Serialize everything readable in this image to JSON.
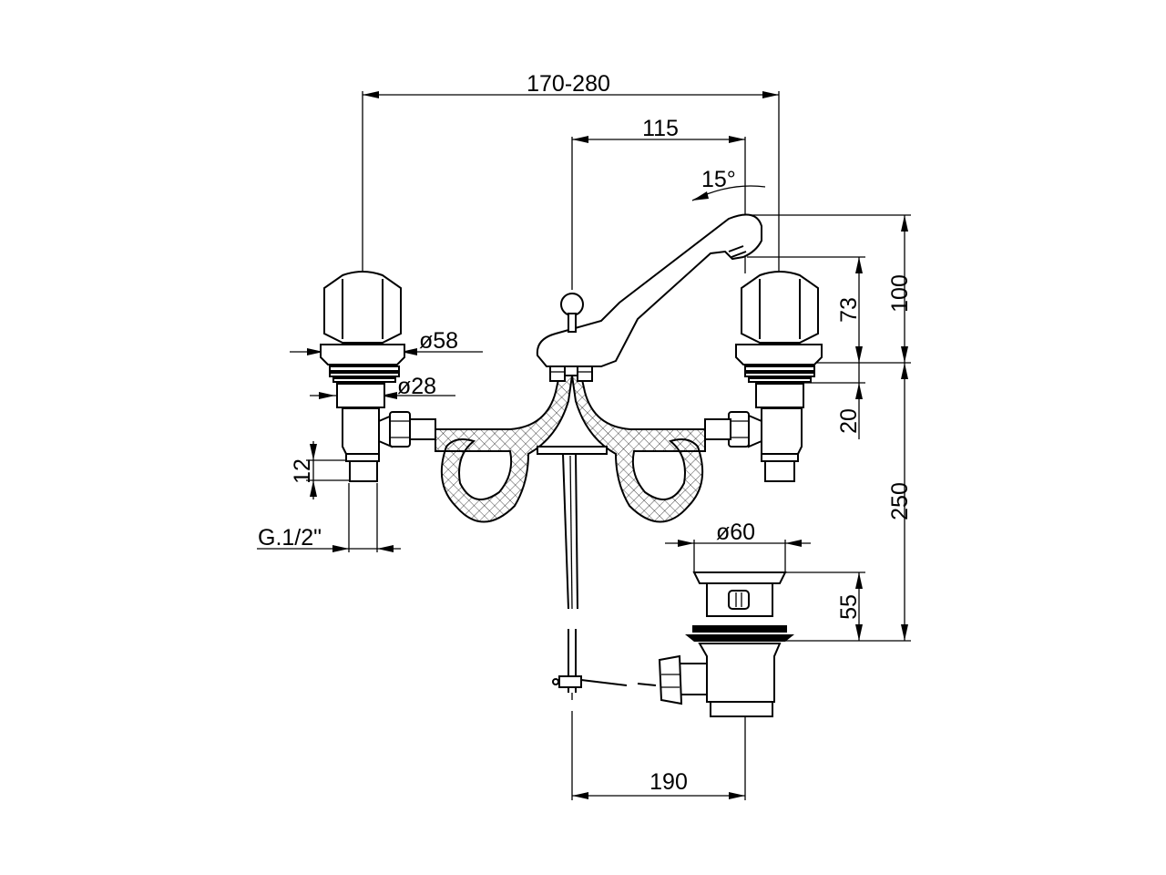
{
  "dimensions": {
    "width_overall": "170-280",
    "spout_reach": "115",
    "spout_angle": "15°",
    "height_total": "100",
    "height_handle": "73",
    "spacing": "20",
    "deck_to_drain": "250",
    "drain_height": "55",
    "drain_diameter": "ø60",
    "handle_diameter": "ø58",
    "stem_diameter": "ø28",
    "thread_length": "12",
    "thread_spec": "G.1/2\"",
    "waste_distance": "190"
  },
  "components": [
    "left-valve-handle",
    "right-valve-handle",
    "spout",
    "pop-up-rod",
    "braided-hoses",
    "pop-up-waste"
  ]
}
